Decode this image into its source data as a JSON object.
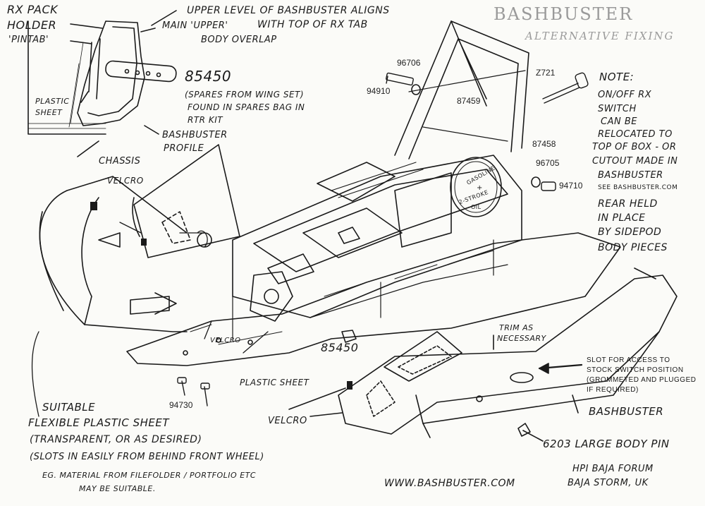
{
  "title": "BASHBUSTER",
  "subtitle": "Alternative Fixing",
  "labels": {
    "rx_pack_holder": "RX PACK",
    "rx_pack_holder_2": "HOLDER",
    "pintab": "'PINTAB'",
    "upper_level": "UPPER LEVEL OF BASHBUSTER ALIGNS",
    "upper_level_2": "WITH TOP OF RX TAB",
    "main_upper": "MAIN 'UPPER'",
    "body_overlap": "BODY OVERLAP",
    "plastic_sheet_top": "PLASTIC",
    "plastic_sheet_top_2": "SHEET",
    "chassis": "CHASSIS",
    "bashbuster_profile": "BASHBUSTER",
    "bashbuster_profile_2": "PROFILE",
    "spares_1": "85450",
    "spares_2": "(SPARES FROM WING SET)",
    "spares_3": "FOUND IN SPARES BAG IN",
    "spares_4": "RTR KIT",
    "velcro_top": "VELCRO",
    "velcro_mid": "VELCRO",
    "velcro_bottom": "VELCRO",
    "note_1": "NOTE:",
    "note_2": "ON/OFF RX",
    "note_3": "SWITCH",
    "note_4": "CAN BE",
    "note_5": "RELOCATED TO",
    "note_6": "TOP OF BOX - OR",
    "note_7": "CUTOUT MADE IN",
    "note_8": "BASHBUSTER",
    "note_9": "SEE BASHBUSTER.COM",
    "rear_1": "REAR HELD",
    "rear_2": "IN PLACE",
    "rear_3": "BY SIDEPOD",
    "rear_4": "BODY PIECES",
    "trim_1": "TRIM AS",
    "trim_2": "NECESSARY",
    "slot_1": "SLOT FOR ACCESS TO",
    "slot_2": "STOCK SWITCH POSITION",
    "slot_3": "(GROMMETED AND PLUGGED",
    "slot_4": "IF REQUIRED)",
    "plastic_sheet_mid": "PLASTIC SHEET",
    "pin_mid": "85450",
    "bashbuster_arrow": "BASHBUSTER",
    "suitable_1": "SUITABLE",
    "suitable_2": "FLEXIBLE PLASTIC SHEET",
    "suitable_3": "(TRANSPARENT, OR AS DESIRED)",
    "suitable_4": "(SLOTS IN EASILY FROM BEHIND FRONT WHEEL)",
    "eg_1": "EG. MATERIAL FROM FILEFOLDER / PORTFOLIO ETC",
    "eg_2": "MAY BE SUITABLE.",
    "body_pin": "6203 LARGE BODY PIN",
    "website": "WWW.BASHBUSTER.COM",
    "forum_1": "HPI BAJA FORUM",
    "forum_2": "BAJA STORM, UK",
    "tank_1": "GASOLINE",
    "tank_2": "+",
    "tank_3": "2-STROKE",
    "tank_4": "OIL"
  },
  "part_numbers": {
    "p96706": "96706",
    "p94910": "94910",
    "p87459": "87459",
    "pZ721": "Z721",
    "p87458": "87458",
    "p96705": "96705",
    "p94710": "94710",
    "p94730": "94730"
  },
  "colors": {
    "ink": "#1a1a1a",
    "title_gray": "#9a9a9a",
    "paper": "#fbfbf8"
  }
}
